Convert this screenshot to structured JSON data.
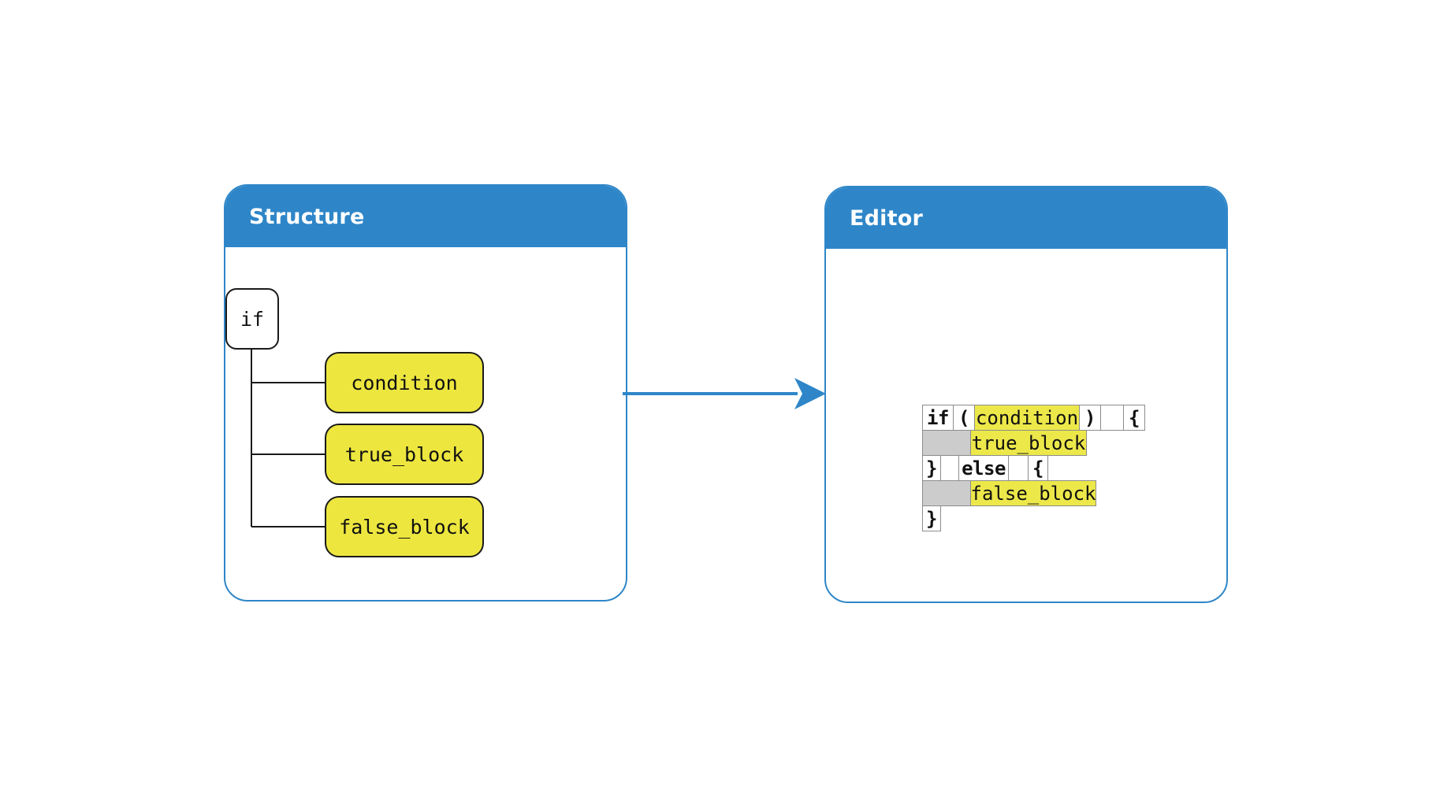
{
  "panels": {
    "structure": {
      "title": "Structure",
      "accent_color": "#2E86C8",
      "tree": {
        "root": {
          "label": "if",
          "kind": "root-node"
        },
        "children": [
          {
            "label": "condition",
            "kind": "leaf-node",
            "fill": "#EDE63F"
          },
          {
            "label": "true_block",
            "kind": "leaf-node",
            "fill": "#EDE63F"
          },
          {
            "label": "false_block",
            "kind": "leaf-node",
            "fill": "#EDE63F"
          }
        ]
      }
    },
    "editor": {
      "title": "Editor",
      "accent_color": "#2E86C8",
      "highlight_color": "#EDE84A",
      "indent_color": "#CCCCCC",
      "lines": [
        {
          "cells": [
            {
              "text": "if",
              "style": "kw",
              "width": 40
            },
            {
              "text": "(",
              "style": "kw",
              "width": 28
            },
            {
              "text": "condition",
              "style": "hl",
              "width": 134
            },
            {
              "text": ")",
              "style": "kw",
              "width": 28
            },
            {
              "text": " ",
              "style": "pad",
              "width": 30
            },
            {
              "text": "{",
              "style": "kw",
              "width": 28
            }
          ]
        },
        {
          "cells": [
            {
              "text": " ",
              "style": "indent",
              "width": 62
            },
            {
              "text": "true_block",
              "style": "hl",
              "width": 148
            }
          ]
        },
        {
          "cells": [
            {
              "text": "}",
              "style": "kw",
              "width": 24
            },
            {
              "text": " ",
              "style": "pad",
              "width": 24
            },
            {
              "text": "else",
              "style": "kw",
              "width": 64
            },
            {
              "text": " ",
              "style": "pad",
              "width": 26
            },
            {
              "text": "{",
              "style": "kw",
              "width": 26
            }
          ]
        },
        {
          "cells": [
            {
              "text": " ",
              "style": "indent",
              "width": 62
            },
            {
              "text": "false_block",
              "style": "hl",
              "width": 160
            }
          ]
        },
        {
          "cells": [
            {
              "text": "}",
              "style": "kw",
              "width": 24
            }
          ]
        }
      ]
    }
  },
  "arrow": {
    "name": "structure-to-editor-arrow",
    "color": "#2E86C8",
    "direction": "right"
  }
}
